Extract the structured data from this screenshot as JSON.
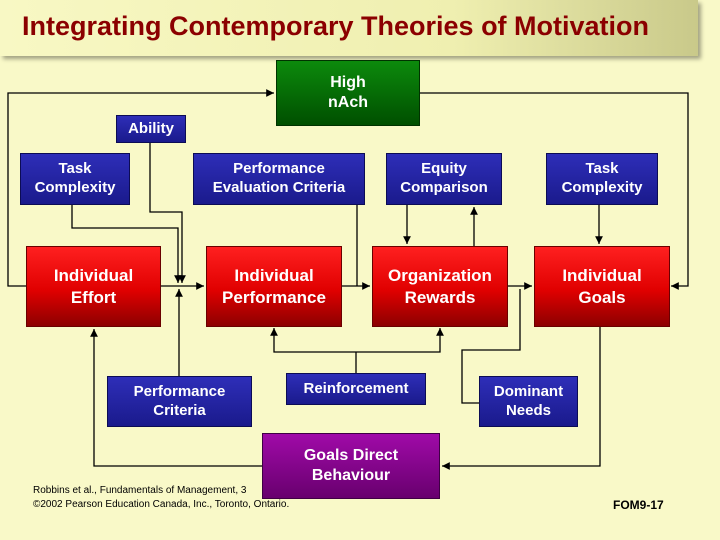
{
  "title": "Integrating Contemporary Theories of Motivation",
  "nodes": {
    "high_nach": "High\nnAch",
    "ability": "Ability",
    "task_complexity_left": "Task\nComplexity",
    "performance_evaluation_criteria": "Performance\nEvaluation Criteria",
    "equity_comparison": "Equity\nComparison",
    "task_complexity_right": "Task\nComplexity",
    "individual_effort": "Individual\nEffort",
    "individual_performance": "Individual\nPerformance",
    "organization_rewards": "Organization\nRewards",
    "individual_goals": "Individual\nGoals",
    "performance_criteria": "Performance\nCriteria",
    "reinforcement": "Reinforcement",
    "dominant_needs": "Dominant\nNeeds",
    "goals_direct_behaviour": "Goals Direct\nBehaviour"
  },
  "footer": {
    "citation_line1": "Robbins et al., Fundamentals of Management, 3",
    "citation_line2": "©2002 Pearson Education Canada, Inc., Toronto, Ontario.",
    "slide_id": "FOM9-17"
  },
  "colors": {
    "title": "#8b0000",
    "blue_box": "#1f1f9e",
    "red_box": "#e00000",
    "green_box": "#006400",
    "purple_box": "#800080",
    "background": "#f9f9c8"
  }
}
